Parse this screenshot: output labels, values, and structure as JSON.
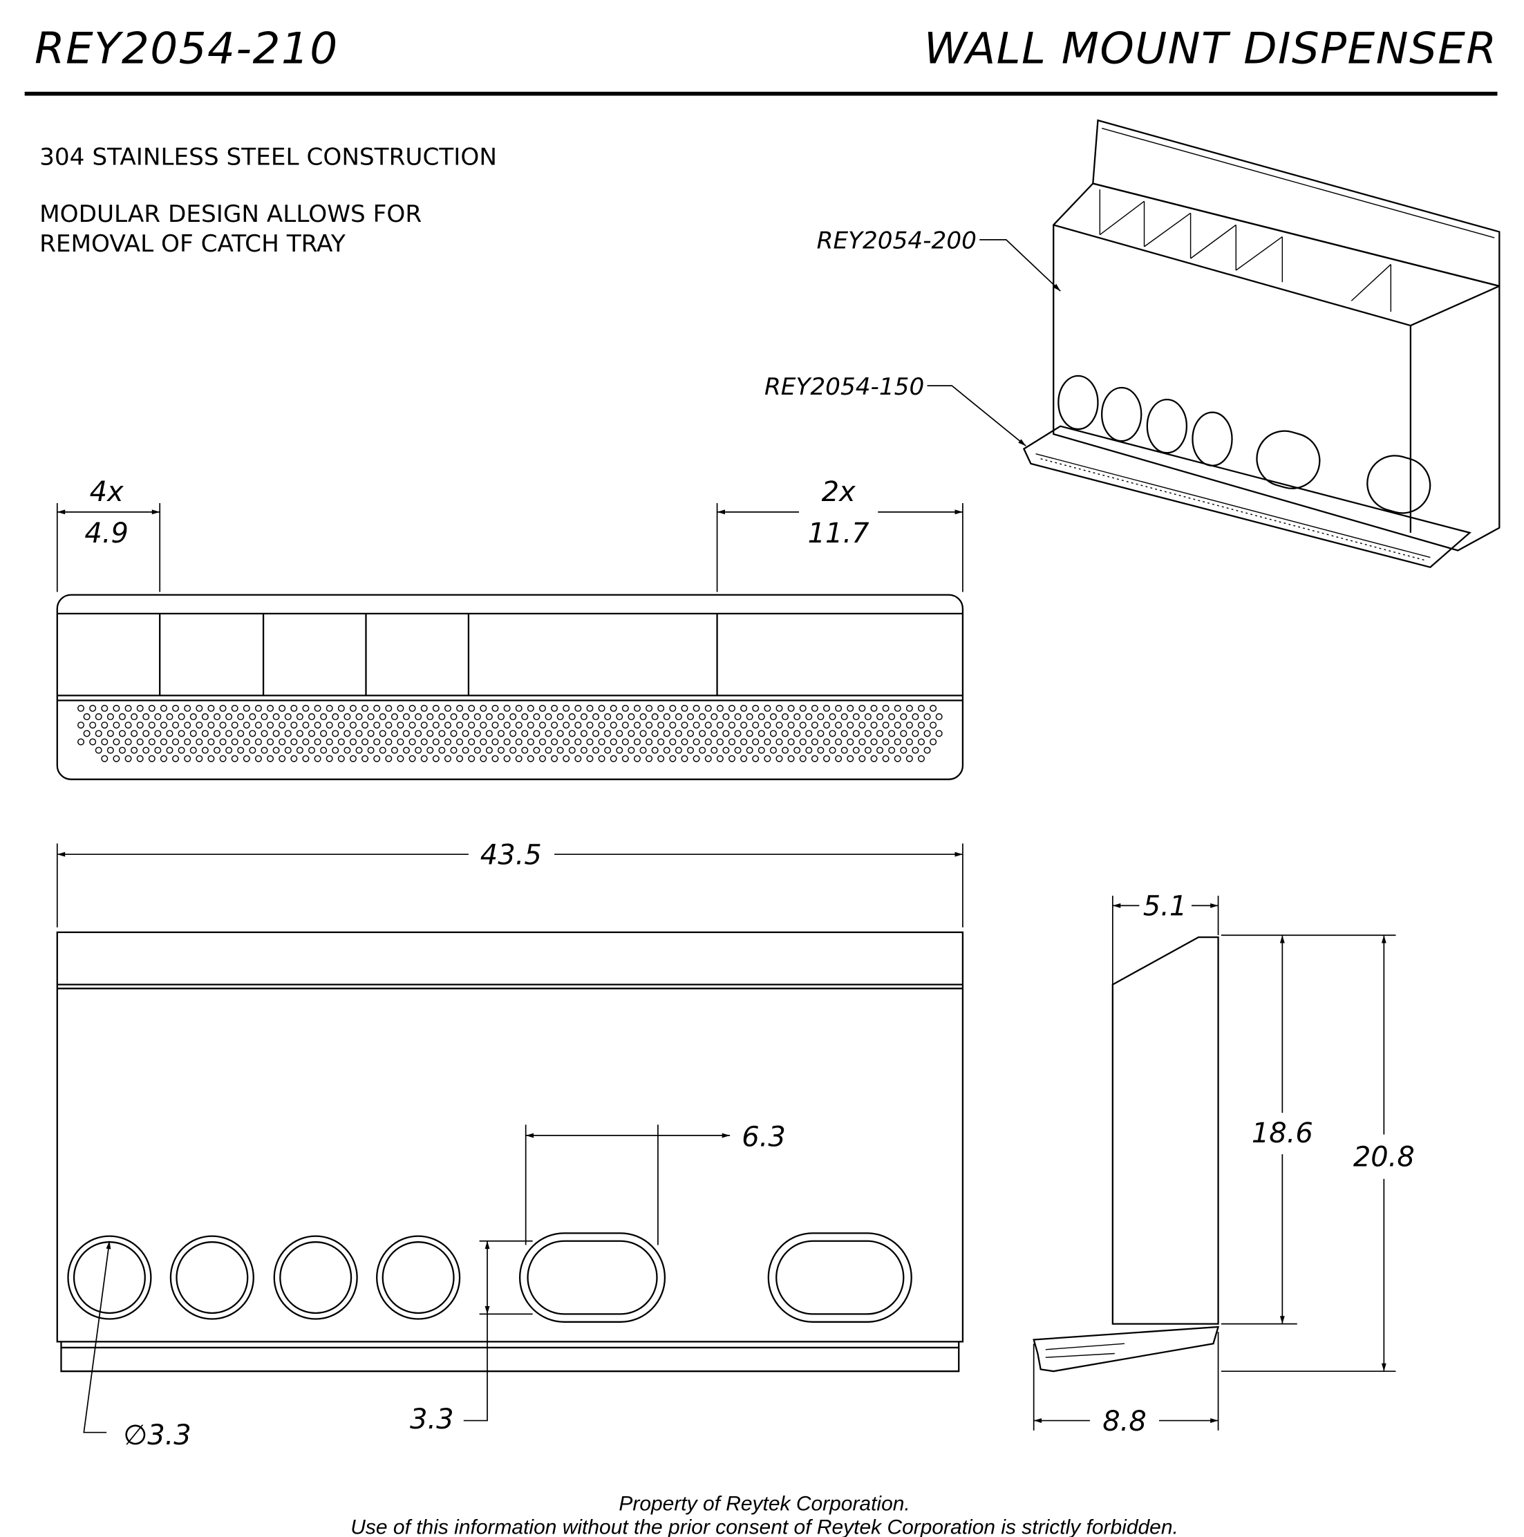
{
  "title": {
    "part_number": "REY2054-210",
    "name": "WALL MOUNT DISPENSER"
  },
  "notes": [
    "304 STAINLESS STEEL CONSTRUCTION",
    "MODULAR DESIGN ALLOWS FOR",
    "REMOVAL OF CATCH TRAY"
  ],
  "callouts": {
    "dispenser": "REY2054-200",
    "tray": "REY2054-150"
  },
  "dimensions": {
    "small_bin_qty": "4x",
    "small_bin_width": "4.9",
    "large_bin_qty": "2x",
    "large_bin_width": "11.7",
    "overall_width": "43.5",
    "oval_width": "6.3",
    "oval_height": "3.3",
    "hole_diameter": "∅3.3",
    "depth_top": "5.1",
    "body_height": "18.6",
    "overall_height": "20.8",
    "overall_depth": "8.8"
  },
  "footer": [
    "Property of Reytek Corporation.",
    "Use of this information without the prior consent of Reytek Corporation is strictly forbidden."
  ]
}
